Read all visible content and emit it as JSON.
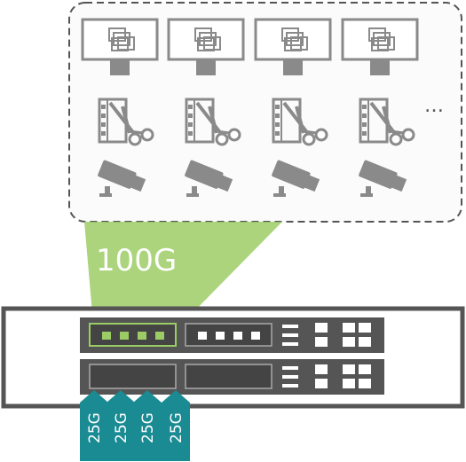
{
  "diagram": {
    "bandwidth_label": "100G",
    "ellipsis": "…",
    "port_labels": [
      "25G",
      "25G",
      "25G",
      "25G"
    ],
    "icons": {
      "row_1": "workstation-monitor-icon",
      "row_2": "video-editing-icon",
      "row_3": "security-camera-icon"
    },
    "columns": 4,
    "colors": {
      "icon_gray": "#8a8a8a",
      "highlight_green": "#9ccc65",
      "port_green": "#9ccc65",
      "arrow_teal": "#1b8b93",
      "chassis": "#555555",
      "dashed_border": "#555555"
    }
  }
}
